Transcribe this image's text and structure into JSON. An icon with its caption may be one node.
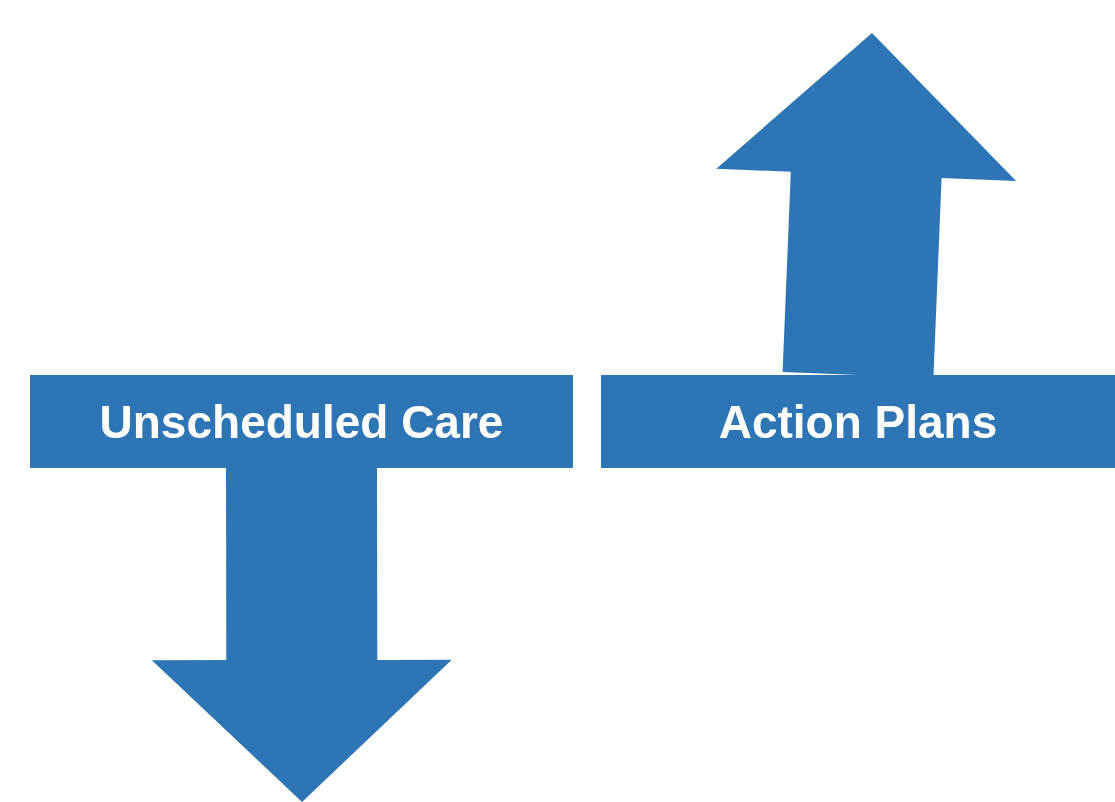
{
  "diagram": {
    "nodes": [
      {
        "text": [
          "Unscheduled Care"
        ]
      },
      {
        "text": [
          "Action Plans"
        ]
      }
    ],
    "edges": [
      {
        "from": 0,
        "to": null,
        "arrow": "to",
        "style": "thick"
      },
      {
        "from": 1,
        "to": null,
        "arrow": "to",
        "style": "thick"
      }
    ]
  }
}
